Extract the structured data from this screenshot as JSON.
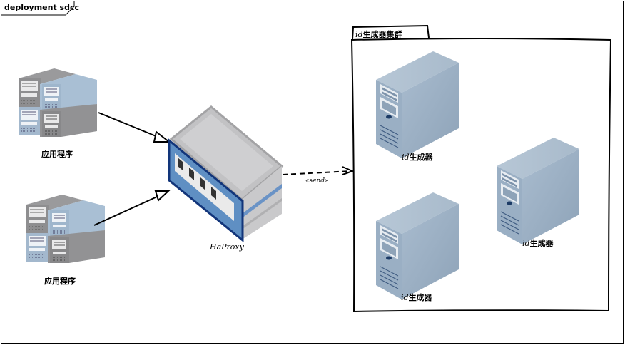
{
  "frame": {
    "title": "deployment sdcc"
  },
  "package": {
    "prefix": "id",
    "title": "生成器集群"
  },
  "nodes": {
    "app1": {
      "label": "应用程序",
      "icon": "server-cluster-icon"
    },
    "app2": {
      "label": "应用程序",
      "icon": "server-cluster-icon"
    },
    "haproxy": {
      "label": "HaProxy",
      "icon": "network-switch-icon"
    },
    "gen1": {
      "prefix": "id",
      "label": "生成器",
      "icon": "tower-server-icon"
    },
    "gen2": {
      "prefix": "id",
      "label": "生成器",
      "icon": "tower-server-icon"
    },
    "gen3": {
      "prefix": "id",
      "label": "生成器",
      "icon": "tower-server-icon"
    }
  },
  "edges": {
    "send": {
      "label": "«send»"
    }
  },
  "colors": {
    "server_blue": "#9fb3c8",
    "server_gray": "#8e8e90",
    "switch_blue": "#1f4f9a",
    "switch_gray": "#c9c9cb"
  }
}
